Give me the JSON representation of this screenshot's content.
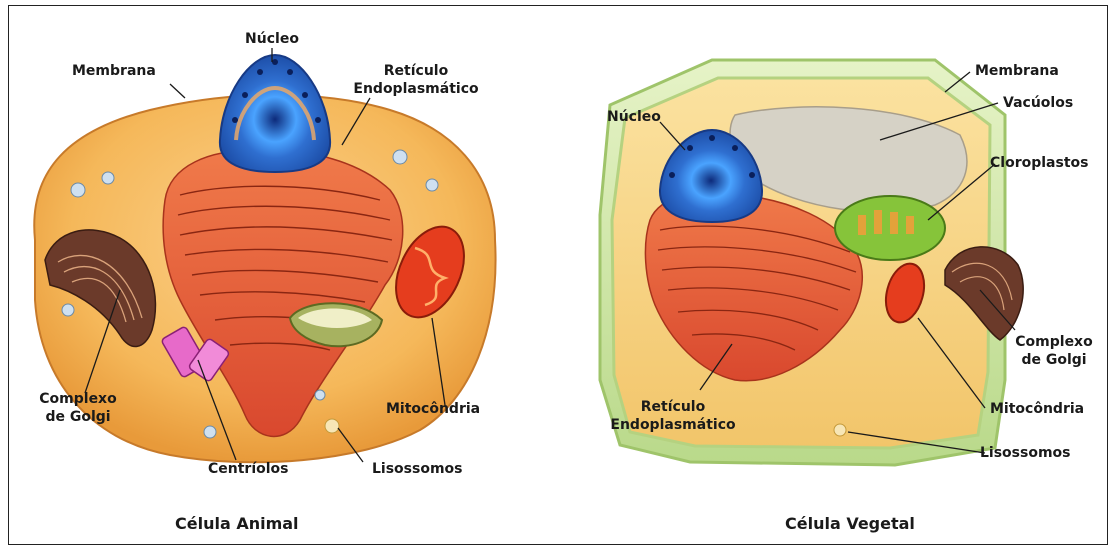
{
  "animal": {
    "caption": "Célula Animal",
    "labels": {
      "nucleo": "Núcleo",
      "membrana": "Membrana",
      "reticulo_1": "Retículo",
      "reticulo_2": "Endoplasmático",
      "complexo_1": "Complexo",
      "complexo_2": "de Golgi",
      "mitocondria": "Mitocôndria",
      "centriolos": "Centríolos",
      "lisossomos": "Lisossomos"
    }
  },
  "vegetal": {
    "caption": "Célula Vegetal",
    "labels": {
      "membrana": "Membrana",
      "vacuolos": "Vacúolos",
      "nucleo": "Núcleo",
      "cloroplastos": "Cloroplastos",
      "complexo_1": "Complexo",
      "complexo_2": "de Golgi",
      "mitocondria": "Mitocôndria",
      "reticulo_1": "Retículo",
      "reticulo_2": "Endoplasmático",
      "lisossomos": "Lisossomos"
    }
  },
  "colors": {
    "cytoplasm": "#f5b85a",
    "cell_wall": "#cfe6a3",
    "er": "#e0583a",
    "nucleus": "#2f6fd0",
    "golgi": "#6b3a2a",
    "chloroplast": "#86c43a"
  }
}
